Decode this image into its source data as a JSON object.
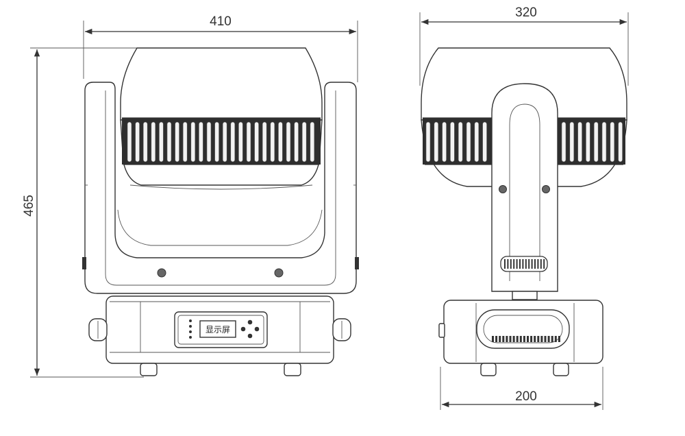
{
  "dimensions": {
    "front_width": "410",
    "front_height": "465",
    "side_width": "320",
    "base_width": "200"
  },
  "display_text": "显示屏"
}
